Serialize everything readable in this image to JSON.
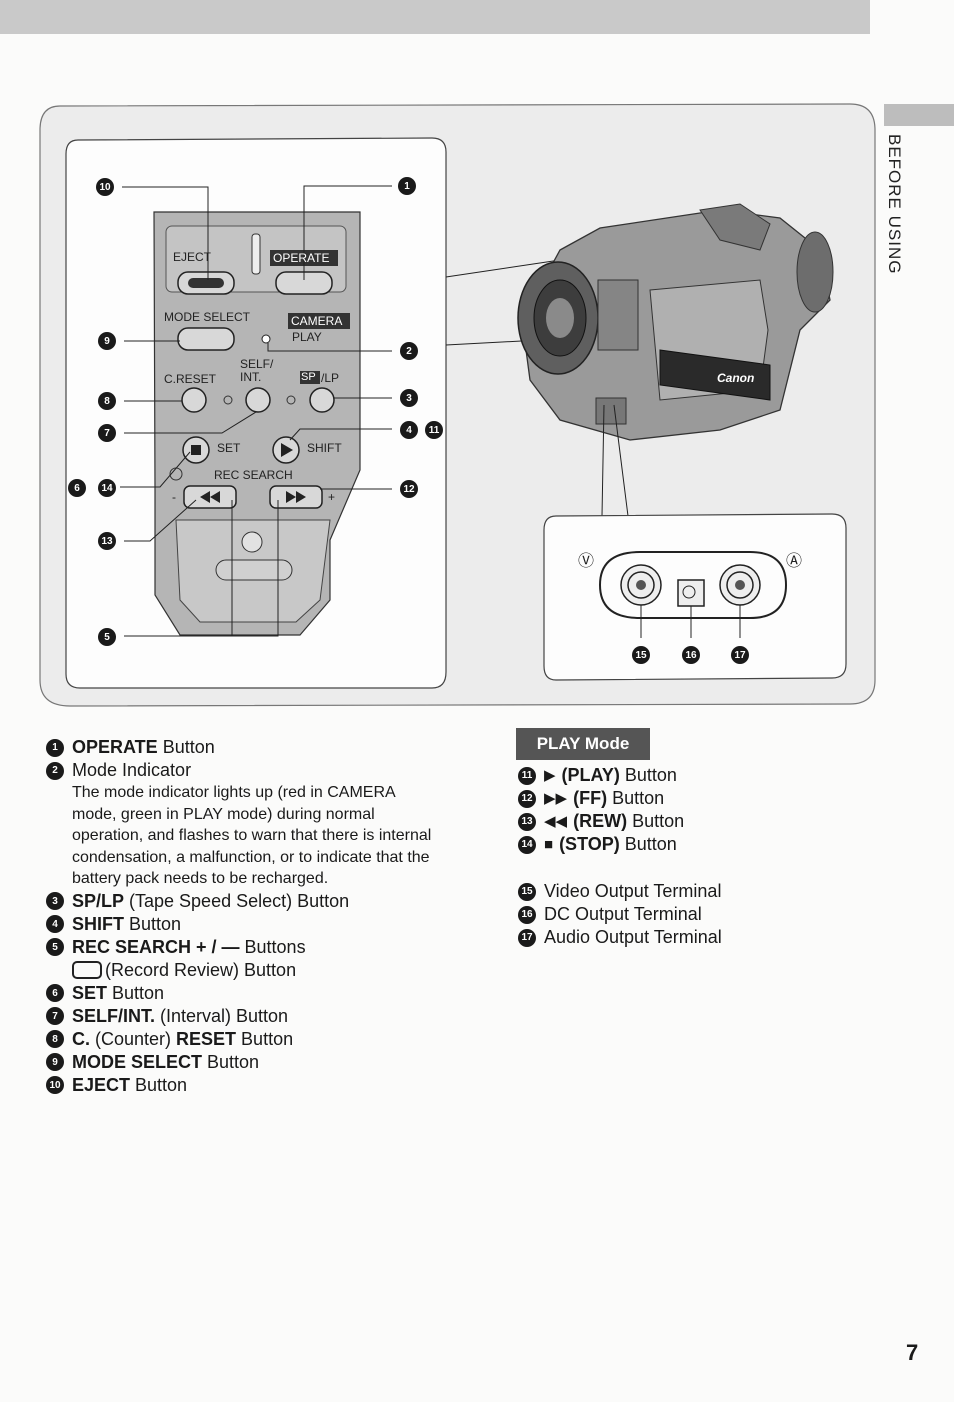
{
  "section_tab": "BEFORE USING",
  "page_number": "7",
  "diagram": {
    "eject": "EJECT",
    "operate": "OPERATE",
    "mode_select": "MODE SELECT",
    "camera": "CAMERA",
    "play": "PLAY",
    "c_reset": "C.RESET",
    "self_int": "SELF/ INT.",
    "sp": "SP",
    "lp": "/LP",
    "set": "SET",
    "shift": "SHIFT",
    "rec_search": "REC SEARCH",
    "minus": "-",
    "plus": "+",
    "video_mark": "Ⓥ",
    "audio_mark": "Ⓐ",
    "brand": "Canon",
    "callouts": {
      "c1": "1",
      "c2": "2",
      "c3": "3",
      "c4": "4",
      "c5": "5",
      "c6": "6",
      "c7": "7",
      "c8": "8",
      "c9": "9",
      "c10": "10",
      "c11": "11",
      "c12": "12",
      "c13": "13",
      "c14": "14",
      "c15": "15",
      "c16": "16",
      "c17": "17"
    }
  },
  "legend_left": [
    {
      "num": "1",
      "bold": "OPERATE",
      "rest": "Button"
    },
    {
      "num": "2",
      "bold": "",
      "rest": "Mode Indicator"
    },
    {
      "desc": "The mode indicator lights up (red in CAMERA mode, green in PLAY mode) during normal operation, and flashes to warn that there is internal condensation, a malfunction, or to indicate that the battery pack needs to be recharged."
    },
    {
      "num": "3",
      "bold": "SP/LP",
      "rest": "(Tape Speed Select) Button"
    },
    {
      "num": "4",
      "bold": "SHIFT",
      "rest": "Button"
    },
    {
      "num": "5",
      "bold": "REC SEARCH + / —",
      "rest": "Buttons"
    },
    {
      "sub": "(Record Review) Button"
    },
    {
      "num": "6",
      "bold": "SET",
      "rest": "Button"
    },
    {
      "num": "7",
      "bold": "SELF/INT.",
      "rest": "(Interval) Button"
    },
    {
      "num": "8",
      "bold": "C.",
      "rest": "(Counter) ",
      "bold2": "RESET",
      "rest2": "Button"
    },
    {
      "num": "9",
      "bold": "MODE SELECT",
      "rest": "Button"
    },
    {
      "num": "10",
      "bold": "EJECT",
      "rest": "Button"
    }
  ],
  "play_mode": {
    "title": "PLAY Mode",
    "items": [
      {
        "num": "11",
        "symbol": "▶",
        "bold": "(PLAY)",
        "rest": "Button"
      },
      {
        "num": "12",
        "symbol": "▶▶",
        "bold": "(FF)",
        "rest": "Button"
      },
      {
        "num": "13",
        "symbol": "◀◀",
        "bold": "(REW)",
        "rest": "Button"
      },
      {
        "num": "14",
        "symbol": "■",
        "bold": "(STOP)",
        "rest": "Button"
      }
    ]
  },
  "terminals": [
    {
      "num": "15",
      "label": "Video Output Terminal"
    },
    {
      "num": "16",
      "label": "DC Output Terminal"
    },
    {
      "num": "17",
      "label": "Audio Output Terminal"
    }
  ]
}
